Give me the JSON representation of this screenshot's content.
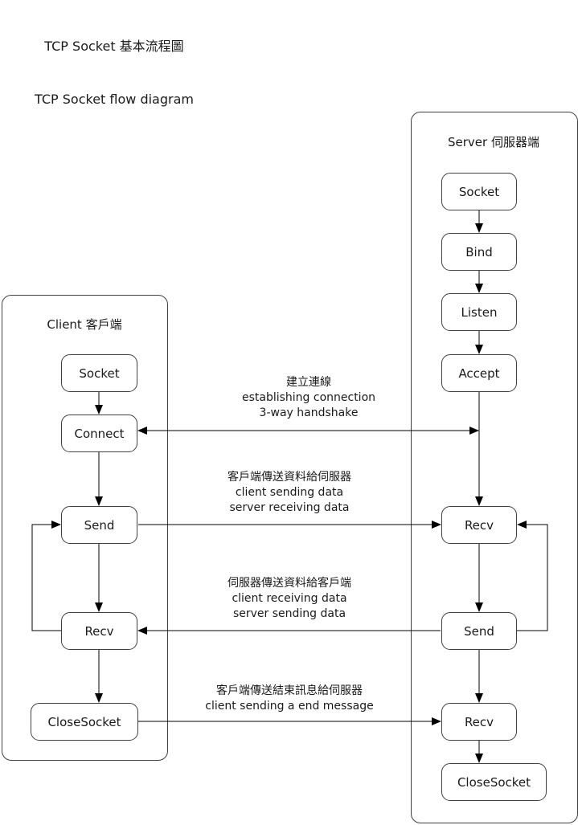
{
  "title": {
    "line1": "TCP Socket 基本流程圖",
    "line2": "TCP Socket flow diagram"
  },
  "client": {
    "label": "Client 客戶端",
    "nodes": {
      "socket": "Socket",
      "connect": "Connect",
      "send": "Send",
      "recv": "Recv",
      "closesocket": "CloseSocket"
    }
  },
  "server": {
    "label": "Server 伺服器端",
    "nodes": {
      "socket": "Socket",
      "bind": "Bind",
      "listen": "Listen",
      "accept": "Accept",
      "recv1": "Recv",
      "send": "Send",
      "recv2": "Recv",
      "closesocket": "CloseSocket"
    }
  },
  "annotations": {
    "handshake": {
      "zh": "建立連線",
      "en1": "establishing connection",
      "en2": "3-way handshake"
    },
    "client_send": {
      "zh": "客戶端傳送資料給伺服器",
      "en1": "client sending data",
      "en2": "server receiving data"
    },
    "server_send": {
      "zh": "伺服器傳送資料給客戶端",
      "en1": "client receiving data",
      "en2": "server sending data"
    },
    "close_msg": {
      "zh": "客戶端傳送結束訊息給伺服器",
      "en1": "client sending a end message"
    }
  },
  "colors": {
    "background": "#ffffff",
    "border": "#3f3f3f",
    "line": "#000000",
    "text": "#1a1a1a"
  }
}
